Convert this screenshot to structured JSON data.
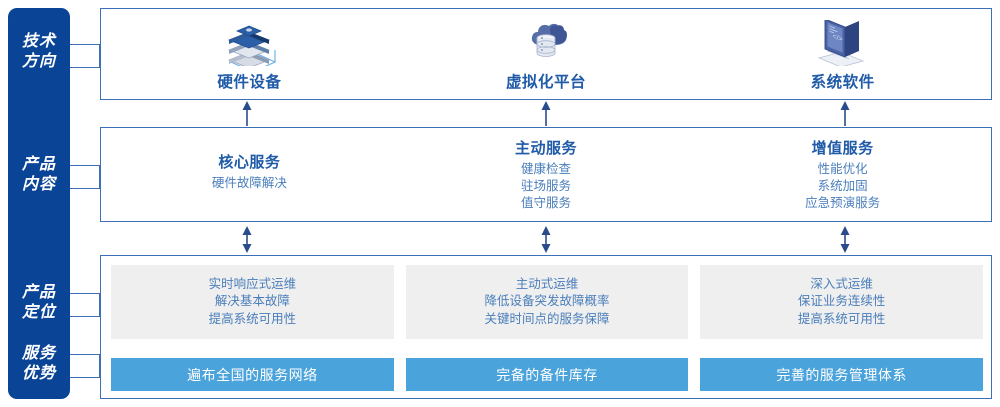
{
  "rail": {
    "labels": [
      {
        "id": "tech-direction",
        "text": "技术\n方向"
      },
      {
        "id": "product-content",
        "text": "产品\n内容"
      },
      {
        "id": "product-position",
        "text": "产品\n定位"
      },
      {
        "id": "service-advantage",
        "text": "服务\n优势"
      }
    ]
  },
  "technology": {
    "columns": [
      {
        "icon": "server-stack-icon",
        "name": "硬件设备"
      },
      {
        "icon": "cloud-database-icon",
        "name": "虚拟化平台"
      },
      {
        "icon": "laptop-code-icon",
        "name": "系统软件"
      }
    ]
  },
  "product_content": {
    "columns": [
      {
        "title": "核心服务",
        "items": [
          "硬件故障解决"
        ]
      },
      {
        "title": "主动服务",
        "items": [
          "健康检查",
          "驻场服务",
          "值守服务"
        ]
      },
      {
        "title": "增值服务",
        "items": [
          "性能优化",
          "系统加固",
          "应急预演服务"
        ]
      }
    ]
  },
  "positioning": {
    "cards": [
      {
        "lines": [
          "实时响应式运维",
          "解决基本故障",
          "提高系统可用性"
        ]
      },
      {
        "lines": [
          "主动式运维",
          "降低设备突发故障概率",
          "关键时间点的服务保障"
        ]
      },
      {
        "lines": [
          "深入式运维",
          "保证业务连续性",
          "提高系统可用性"
        ]
      }
    ]
  },
  "advantages": {
    "cards": [
      {
        "label": "遍布全国的服务网络"
      },
      {
        "label": "完备的备件库存"
      },
      {
        "label": "完善的服务管理体系"
      }
    ]
  },
  "colors": {
    "rail": "#0A4496",
    "panel_border": "#3C6FB5",
    "title_blue": "#1F5BA8",
    "text_blue": "#4A7EBB",
    "card_gray": "#EFEFEF",
    "card_blue": "#4BA3DC",
    "arrow": "#2B4C8C"
  }
}
